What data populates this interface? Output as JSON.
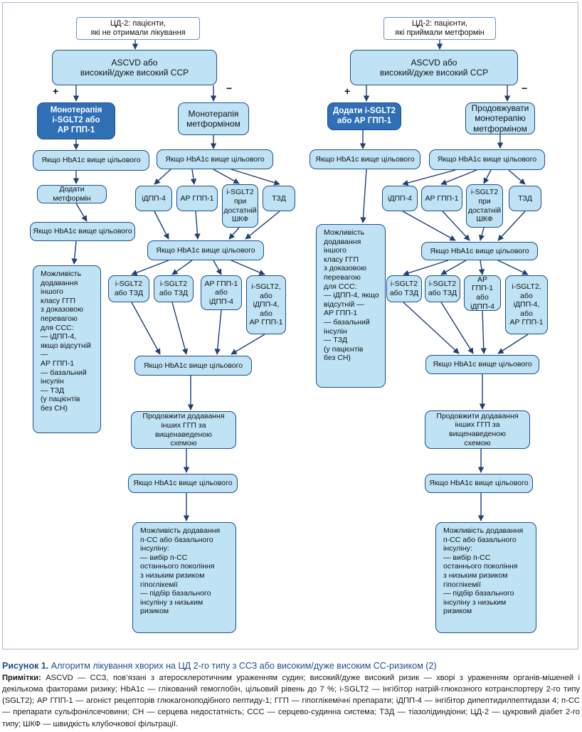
{
  "left": {
    "top": "ЦД-2: пацієнти,\nякі не отримали лікування",
    "ascvd": "ASCVD або\nвисокий/дуже високий ССР",
    "plus": "+",
    "minus": "−",
    "mono_sglt": "Монотерапія\ni-SGLT2 або\nАР ГПП-1",
    "mono_met": "Монотерапія\nметформіном",
    "hba1c_1": "Якщо HbA1c вище цільового",
    "add_met": "Додати метформін",
    "hba1c_2": "Якщо HbA1c вище цільового",
    "possibility": "Можливість\nдодавання іншого\nкласу ГГП\nз доказовою\nперевагою\nдля ССС:\n— іДПП-4,\nякщо відсутній —\nАР ГПП-1\n— базальний\nінсулін\n— ТЗД\n(у пацієнтів\nбез СН)",
    "hba1c_r1": "Якщо HbA1c вище цільового",
    "opt1": "іДПП-4",
    "opt2": "АР ГПП-1",
    "opt3": "i-SGLT2\nпри\nдостатній\nШКФ",
    "opt4": "ТЗД",
    "hba1c_r2": "Якщо HbA1c вище цільового",
    "combo1": "i-SGLT2\nабо ТЗД",
    "combo2": "i-SGLT2\nабо ТЗД",
    "combo3": "АР ГПП-1\nабо\nіДПП-4",
    "combo4": "i-SGLT2,\nабо\nіДПП-4,\nабо\nАР ГПП-1",
    "hba1c_r3": "Якщо HbA1c вище цільового",
    "continue": "Продовжити додавання\nінших ГГП за вищенаведеною\nсхемою",
    "hba1c_r4": "Якщо HbA1c вище цільового",
    "final": "Можливість додавання\nп-СС або базального\nінсуліну:\n— вибір п-СС\nостаннього покоління\nз низьким ризиком\nгіпоглікемії\n— підбір базального\nінсуліну з низьким\nризиком"
  },
  "right": {
    "top": "ЦД-2: пацієнти,\nякі приймали метформін",
    "ascvd": "ASCVD або\nвисокий/дуже високий ССР",
    "plus": "+",
    "minus": "−",
    "add_sglt": "Додати i-SGLT2\nабо АР ГПП-1",
    "cont_met": "Продовжувати\nмонотерапію\nметформіном",
    "hba1c_1": "Якщо HbA1c вище цільового",
    "possibility": "Можливість\nдодавання іншого\nкласу ГГП\nз доказовою\nперевагою\nдля ССС:\n— іДПП-4, якщо\nвідсутній —\nАР ГПП-1\n— базальний\nінсулін\n— ТЗД\n(у пацієнтів\nбез СН)",
    "hba1c_r1": "Якщо HbA1c вище цільового",
    "opt1": "іДПП-4",
    "opt2": "АР ГПП-1",
    "opt3": "i-SGLT2\nпри\nдостатній\nШКФ",
    "opt4": "ТЗД",
    "hba1c_r2": "Якщо HbA1c вище цільового",
    "combo1": "i-SGLT2\nабо ТЗД",
    "combo2": "i-SGLT2\nабо ТЗД",
    "combo3": "АР ГПП-1\nабо\nіДПП-4",
    "combo4": "i-SGLT2,\nабо\nіДПП-4,\nабо\nАР ГПП-1",
    "hba1c_r3": "Якщо HbA1c вище цільового",
    "continue": "Продовжити додавання\nінших ГГП за вищенаведеною\nсхемою",
    "hba1c_r4": "Якщо HbA1c вище цільового",
    "final": "Можливість додавання\nп-СС або базального\nінсуліну:\n— вибір п-СС\nостаннього покоління\nз низьким ризиком\nгіпоглікемії\n— підбір базального\nінсуліну з низьким\nризиком"
  },
  "caption": {
    "figure_label": "Рисунок 1.",
    "figure_title": "Алгоритм лікування хворих на ЦД 2-го типу з ССЗ або високим/дуже високим СС-ризиком (2)",
    "notes_label": "Примітки:",
    "notes_text": "ASCVD — ССЗ, пов’язані з атеросклеротичним ураженням судин; високий/дуже високий ризик — хворі з ураженням органів-мішеней і декількома факторами ризику; HbA1c — глікований гемоглобін, цільовий рівень до 7 %; i-SGLT2 — інгібітор натрій-глюкозного котранспортеру 2-го типу (SGLT2); АР ГПП-1 — агоніст рецепторів глюкагоноподібного пептиду-1; ГГП — гіпоглікемічні препарати; іДПП-4 — інгібітор дипептидилпептидази 4; п-СС — препарати сульфонілсечовини; СН — серцева недостатність; ССС — серцево-судинна система; ТЗД — тіазолідиндіони; ЦД-2 — цукровий діабет 2-го типу; ШКФ — швидкість клубочкової фільтрації."
  },
  "colors": {
    "box_fill": "#bfe3f5",
    "box_border": "#1f4e8c",
    "highlight_fill": "#2f6fb5",
    "arrow": "#1f3f78",
    "title_color": "#1f4e8c"
  }
}
